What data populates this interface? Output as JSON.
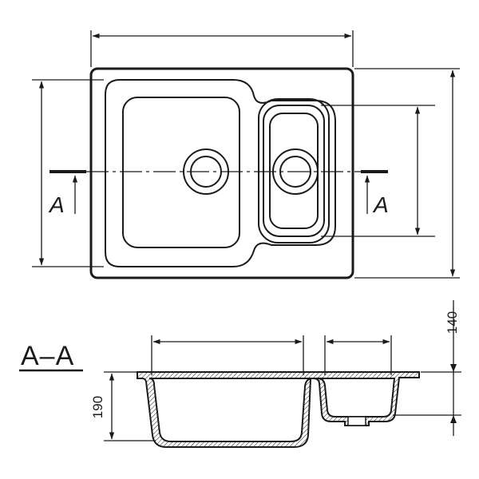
{
  "section": {
    "title": "A–A",
    "cut_marker_left": "A",
    "cut_marker_right": "A"
  },
  "dimensions": {
    "height_left": "190",
    "height_right": "140"
  },
  "colors": {
    "line": "#1a1a1a",
    "background": "#ffffff"
  }
}
